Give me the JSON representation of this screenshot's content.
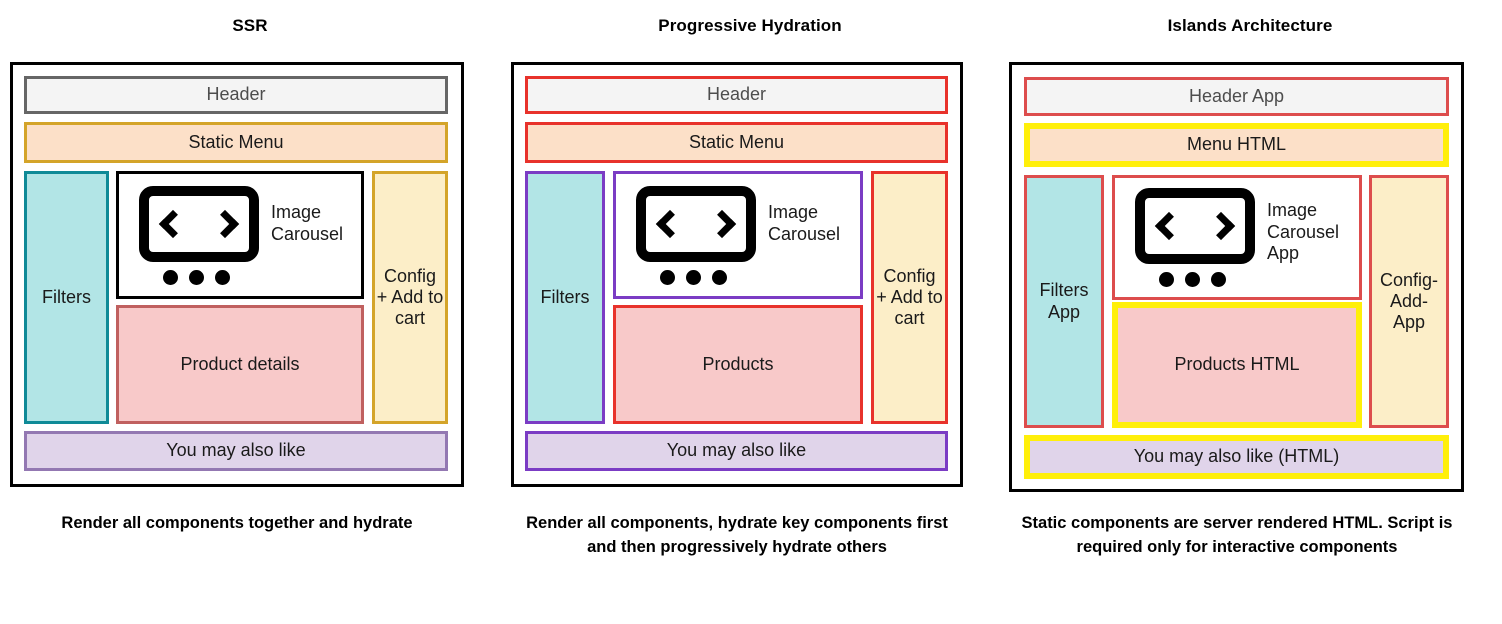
{
  "panels": [
    {
      "title": "SSR",
      "caption": "Render all components together and hydrate",
      "boxes": {
        "header": "Header",
        "menu": "Static Menu",
        "filters": "Filters",
        "carousel": "Image\nCarousel",
        "products": "Product details",
        "config": "Config\n+ Add to\ncart",
        "also": "You may also like"
      },
      "border_colors": {
        "header": "#666666",
        "menu": "#d4a429",
        "filters": "#0f8a97",
        "carousel": "#000000",
        "products": "#c0605f",
        "config": "#d4a429",
        "also": "#9378b2"
      }
    },
    {
      "title": "Progressive Hydration",
      "caption": "Render all components, hydrate key components first and then progressively hydrate others",
      "boxes": {
        "header": "Header",
        "menu": "Static Menu",
        "filters": "Filters",
        "carousel": "Image\nCarousel",
        "products": "Products",
        "config": "Config\n+ Add to\ncart",
        "also": "You may also like"
      },
      "border_colors": {
        "header": "#e8322b",
        "menu": "#e8322b",
        "filters": "#7b3cc4",
        "carousel": "#7b3cc4",
        "products": "#e8322b",
        "config": "#e8322b",
        "also": "#7b3cc4"
      }
    },
    {
      "title": "Islands Architecture",
      "caption": "Static components are server rendered HTML. Script is required only for interactive components",
      "boxes": {
        "header": "Header App",
        "menu": "Menu HTML",
        "filters": "Filters\nApp",
        "carousel": "Image\nCarousel\nApp",
        "products": "Products HTML",
        "config": "Config-\nAdd-\nApp",
        "also": "You may also like (HTML)"
      },
      "border_colors": {
        "header": "#dd4d4d",
        "menu": "#ffef0a",
        "filters": "#dd4d4d",
        "carousel": "#dd4d4d",
        "products": "#ffef0a",
        "config": "#dd4d4d",
        "also": "#ffef0a"
      }
    }
  ],
  "fill_colors": {
    "header": "#f4f4f4",
    "menu": "#fce0c8",
    "filters": "#b2e5e6",
    "products": "#f8c9c9",
    "config": "#fceec8",
    "also": "#e0d4ea",
    "carousel": "#ffffff"
  },
  "icons": {
    "carousel_frame": "screen-icon",
    "prev": "chevron-left-icon",
    "next": "chevron-right-icon",
    "pager": "pager-dots-icon"
  }
}
